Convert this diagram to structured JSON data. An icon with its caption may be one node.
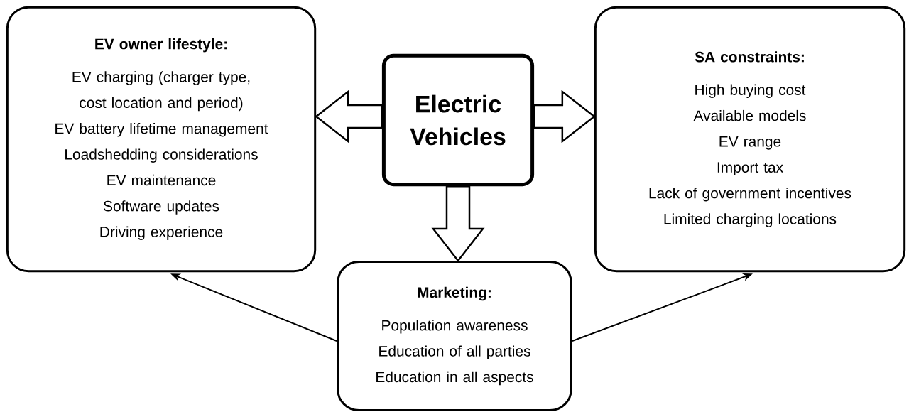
{
  "diagram": {
    "nodes": [
      {
        "text": [
          "EV owner lifestyle:",
          "EV charging (charger type, cost location and period)",
          "EV battery lifetime management",
          "Loadshedding considerations",
          "EV maintenance",
          "Software updates",
          "Driving experience"
        ]
      },
      {
        "text": [
          "Electric Vehicles"
        ]
      },
      {
        "text": [
          "SA constraints:",
          "High buying cost",
          "Available models",
          "EV range",
          "Import tax",
          "Lack of government incentives",
          "Limited charging locations"
        ]
      },
      {
        "text": [
          "Marketing:",
          "Population awareness",
          "Education of all parties",
          "Education in all aspects"
        ]
      }
    ],
    "edges": [
      {
        "from": 1,
        "to": 0,
        "arrow": "to",
        "style": "thick"
      },
      {
        "from": 1,
        "to": 2,
        "arrow": "to",
        "style": "thick"
      },
      {
        "from": 1,
        "to": 3,
        "arrow": "to",
        "style": "thick"
      },
      {
        "from": 3,
        "to": 0,
        "arrow": "to"
      },
      {
        "from": 3,
        "to": 2,
        "arrow": "to"
      }
    ]
  }
}
